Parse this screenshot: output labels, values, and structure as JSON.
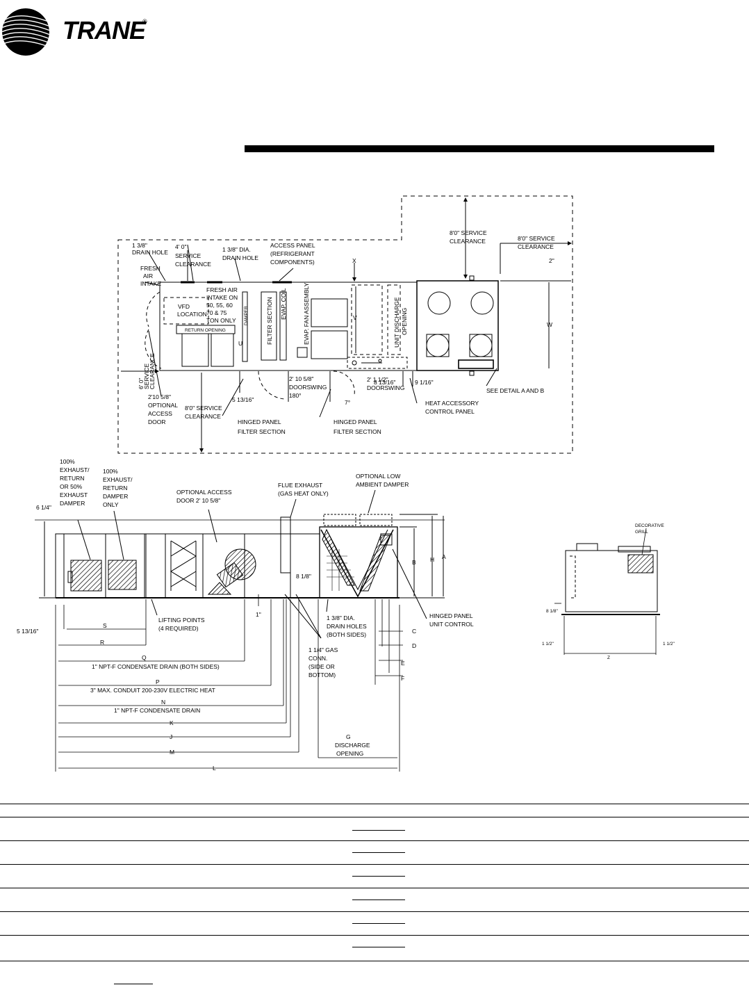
{
  "brand": {
    "name": "TRANE",
    "registered": "®"
  },
  "plan_view": {
    "labels": [
      "1 3/8\"",
      "DRAIN HOLE",
      "4' 0\"",
      "SERVICE",
      "CLEARANCE",
      "1 3/8\" DIA.",
      "DRAIN HOLE",
      "ACCESS PANEL",
      "(REFRIGERANT",
      "COMPONENTS)",
      "X",
      "8'0\" SERVICE",
      "CLEARANCE",
      "8'0\" SERVICE",
      "CLEARANCE",
      "2\"",
      "FRESH",
      "AIR",
      "INTAKE",
      "FRESH AIR",
      "INTAKE ON",
      "50, 55, 60",
      "70 & 75",
      "TON ONLY",
      "VFD",
      "LOCATION",
      "RETURN OPENING",
      "DAMPER",
      "U",
      "FILTER SECTION",
      "EVAP. COIL",
      "EVAP. FAN ASSEMBLY",
      "V",
      "UNIT DISCHARGE",
      "OPENING",
      "W",
      "6' 0\"",
      "SERVICE",
      "CLEARANCE",
      "2'10 5/8\"",
      "OPTIONAL",
      "ACCESS",
      "DOOR",
      "5 13/16\"",
      "8'0\" SERVICE",
      "CLEARANCE",
      "2' 10 5/8\"",
      "DOORSWING",
      "180°",
      "2' 1 1/2\"",
      "DOORSWING",
      "7°",
      "8 13/16\"",
      "9 1/16\"",
      "HINGED PANEL",
      "FILTER SECTION",
      "HINGED PANEL",
      "FILTER SECTION",
      "HEAT ACCESSORY",
      "CONTROL PANEL",
      "SEE DETAIL A AND B"
    ]
  },
  "side_view": {
    "labels": [
      "100%",
      "EXHAUST/",
      "RETURN",
      "OR 50%",
      "EXHAUST",
      "DAMPER",
      "100%",
      "EXHAUST/",
      "RETURN",
      "DAMPER",
      "ONLY",
      "OPTIONAL ACCESS",
      "DOOR 2' 10 5/8\"",
      "FLUE EXHAUST",
      "(GAS HEAT ONLY)",
      "OPTIONAL LOW",
      "AMBIENT DAMPER",
      "6 1/4\"",
      "B",
      "H",
      "A",
      "8 1/8\"",
      "1\"",
      "5 13/16\"",
      "S",
      "LIFTING POINTS",
      "(4 REQUIRED)",
      "R",
      "Q",
      "1\" NPT-F CONDENSATE DRAIN (BOTH SIDES)",
      "P",
      "3\" MAX. CONDUIT 200-230V ELECTRIC HEAT",
      "N",
      "1\" NPT-F CONDENSATE DRAIN",
      "K",
      "J",
      "M",
      "L",
      "1 3/8\" DIA.",
      "DRAIN HOLES",
      "(BOTH SIDES)",
      "1 1/4\" GAS",
      "CONN.",
      "(SIDE OR",
      "BOTTOM)",
      "HINGED PANEL",
      "UNIT CONTROL",
      "C",
      "D",
      "E",
      "F",
      "G",
      "DISCHARGE",
      "OPENING"
    ]
  },
  "end_view": {
    "labels": [
      "DECORATIVE",
      "GRILL",
      "8 1/8\"",
      "1 1/2\"",
      "1 1/2\"",
      "Z"
    ]
  },
  "table": {
    "rows": 7
  }
}
